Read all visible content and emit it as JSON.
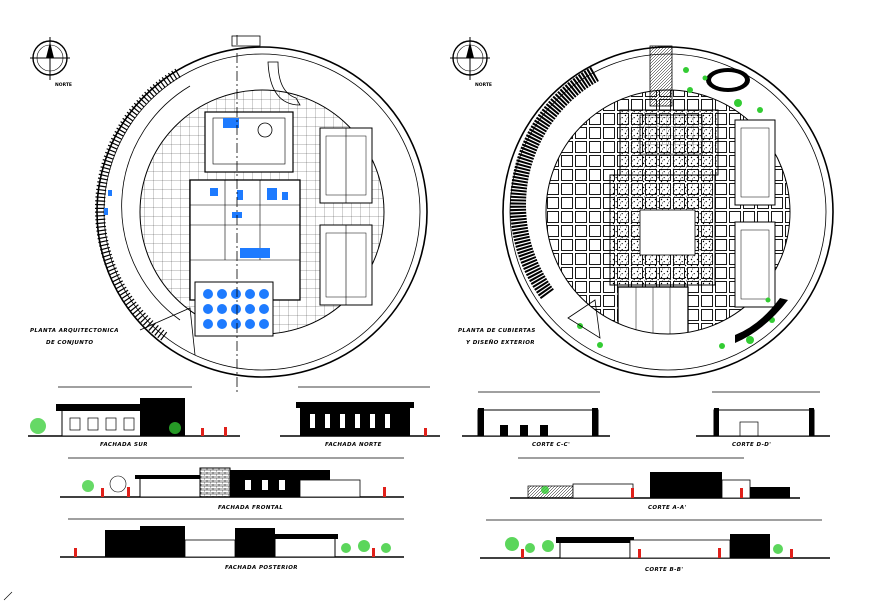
{
  "plans": {
    "left": {
      "north_label": "NORTE",
      "title_line1": "PLANTA ARQUITECTONICA",
      "title_line2": "DE CONJUNTO"
    },
    "right": {
      "north_label": "NORTE",
      "title_line1": "PLANTA DE CUBIERTAS",
      "title_line2": "Y DISEÑO EXTERIOR"
    }
  },
  "elevations": {
    "fachada_sur": "FACHADA SUR",
    "fachada_norte": "FACHADA NORTE",
    "fachada_frontal": "FACHADA FRONTAL",
    "fachada_posterior": "FACHADA POSTERIOR",
    "corte_cc": "CORTE C-C'",
    "corte_dd": "CORTE D-D'",
    "corte_aa": "CORTE A-A'",
    "corte_bb": "CORTE B-B'"
  },
  "colors": {
    "linework": "#000000",
    "fixtures": "#1e7bff",
    "vegetation": "#33cc33",
    "people": "#e0201a",
    "background": "#ffffff"
  }
}
